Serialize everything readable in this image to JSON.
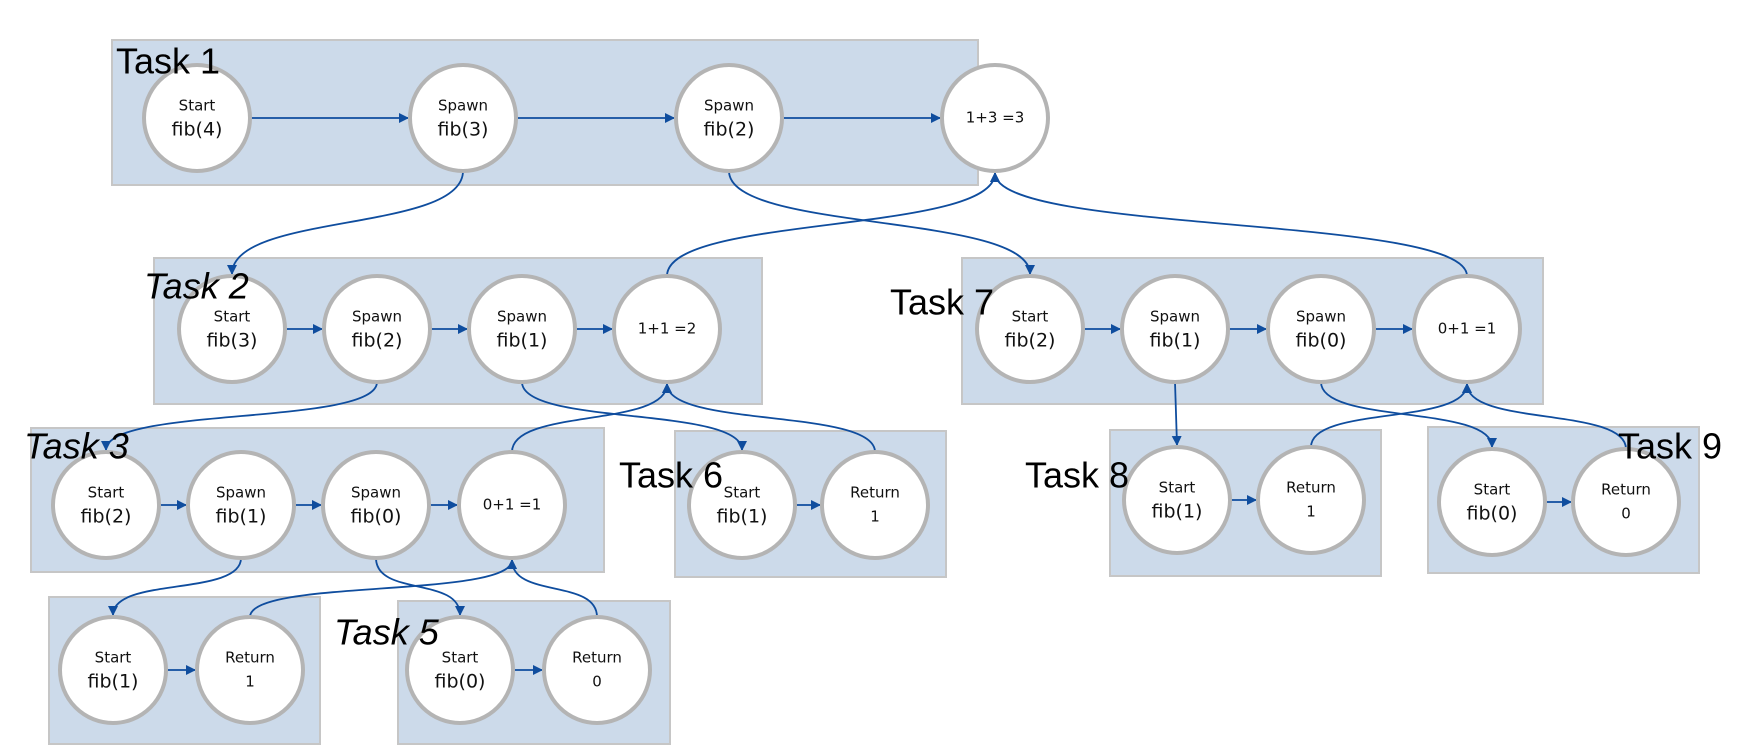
{
  "tasks": [
    {
      "id": "task1",
      "label": "Task 1",
      "italic": false
    },
    {
      "id": "task2",
      "label": "Task 2",
      "italic": true
    },
    {
      "id": "task3",
      "label": "Task 3",
      "italic": true
    },
    {
      "id": "task4",
      "label": "",
      "italic": false
    },
    {
      "id": "task5",
      "label": "Task 5",
      "italic": true
    },
    {
      "id": "task6",
      "label": "Task 6",
      "italic": false
    },
    {
      "id": "task7",
      "label": "Task 7",
      "italic": false
    },
    {
      "id": "task8",
      "label": "Task 8",
      "italic": false
    },
    {
      "id": "task9",
      "label": "Task 9",
      "italic": false
    }
  ],
  "nodes": [
    {
      "id": "t1n1",
      "task": "task1",
      "line1": "Start",
      "line2": "fib(4)"
    },
    {
      "id": "t1n2",
      "task": "task1",
      "line1": "Spawn",
      "line2": "fib(3)"
    },
    {
      "id": "t1n3",
      "task": "task1",
      "line1": "Spawn",
      "line2": "fib(2)"
    },
    {
      "id": "t1n4",
      "task": "task1",
      "line1": "1+3 =3",
      "line2": ""
    },
    {
      "id": "t2n1",
      "task": "task2",
      "line1": "Start",
      "line2": "fib(3)"
    },
    {
      "id": "t2n2",
      "task": "task2",
      "line1": "Spawn",
      "line2": "fib(2)"
    },
    {
      "id": "t2n3",
      "task": "task2",
      "line1": "Spawn",
      "line2": "fib(1)"
    },
    {
      "id": "t2n4",
      "task": "task2",
      "line1": "1+1 =2",
      "line2": ""
    },
    {
      "id": "t3n1",
      "task": "task3",
      "line1": "Start",
      "line2": "fib(2)"
    },
    {
      "id": "t3n2",
      "task": "task3",
      "line1": "Spawn",
      "line2": "fib(1)"
    },
    {
      "id": "t3n3",
      "task": "task3",
      "line1": "Spawn",
      "line2": "fib(0)"
    },
    {
      "id": "t3n4",
      "task": "task3",
      "line1": "0+1 =1",
      "line2": ""
    },
    {
      "id": "t4n1",
      "task": "task4",
      "line1": "Start",
      "line2": "fib(1)"
    },
    {
      "id": "t4n2",
      "task": "task4",
      "line1": "Return",
      "line2": "1"
    },
    {
      "id": "t5n1",
      "task": "task5",
      "line1": "Start",
      "line2": "fib(0)"
    },
    {
      "id": "t5n2",
      "task": "task5",
      "line1": "Return",
      "line2": "0"
    },
    {
      "id": "t6n1",
      "task": "task6",
      "line1": "Start",
      "line2": "fib(1)"
    },
    {
      "id": "t6n2",
      "task": "task6",
      "line1": "Return",
      "line2": "1"
    },
    {
      "id": "t7n1",
      "task": "task7",
      "line1": "Start",
      "line2": "fib(2)"
    },
    {
      "id": "t7n2",
      "task": "task7",
      "line1": "Spawn",
      "line2": "fib(1)"
    },
    {
      "id": "t7n3",
      "task": "task7",
      "line1": "Spawn",
      "line2": "fib(0)"
    },
    {
      "id": "t7n4",
      "task": "task7",
      "line1": "0+1 =1",
      "line2": ""
    },
    {
      "id": "t8n1",
      "task": "task8",
      "line1": "Start",
      "line2": "fib(1)"
    },
    {
      "id": "t8n2",
      "task": "task8",
      "line1": "Return",
      "line2": "1"
    },
    {
      "id": "t9n1",
      "task": "task9",
      "line1": "Start",
      "line2": "fib(0)"
    },
    {
      "id": "t9n2",
      "task": "task9",
      "line1": "Return",
      "line2": "0"
    }
  ],
  "edges": [
    {
      "from": "t1n1",
      "to": "t1n2"
    },
    {
      "from": "t1n2",
      "to": "t1n3"
    },
    {
      "from": "t1n3",
      "to": "t1n4"
    },
    {
      "from": "t1n2",
      "to": "t2n1"
    },
    {
      "from": "t1n3",
      "to": "t7n1"
    },
    {
      "from": "t2n4",
      "to": "t1n4"
    },
    {
      "from": "t7n4",
      "to": "t1n4"
    },
    {
      "from": "t2n1",
      "to": "t2n2"
    },
    {
      "from": "t2n2",
      "to": "t2n3"
    },
    {
      "from": "t2n3",
      "to": "t2n4"
    },
    {
      "from": "t2n2",
      "to": "t3n1"
    },
    {
      "from": "t2n3",
      "to": "t6n1"
    },
    {
      "from": "t3n4",
      "to": "t2n4"
    },
    {
      "from": "t6n2",
      "to": "t2n4"
    },
    {
      "from": "t3n1",
      "to": "t3n2"
    },
    {
      "from": "t3n2",
      "to": "t3n3"
    },
    {
      "from": "t3n3",
      "to": "t3n4"
    },
    {
      "from": "t3n2",
      "to": "t4n1"
    },
    {
      "from": "t3n3",
      "to": "t5n1"
    },
    {
      "from": "t4n2",
      "to": "t3n4"
    },
    {
      "from": "t5n2",
      "to": "t3n4"
    },
    {
      "from": "t4n1",
      "to": "t4n2"
    },
    {
      "from": "t5n1",
      "to": "t5n2"
    },
    {
      "from": "t6n1",
      "to": "t6n2"
    },
    {
      "from": "t7n1",
      "to": "t7n2"
    },
    {
      "from": "t7n2",
      "to": "t7n3"
    },
    {
      "from": "t7n3",
      "to": "t7n4"
    },
    {
      "from": "t7n2",
      "to": "t8n1"
    },
    {
      "from": "t7n3",
      "to": "t9n1"
    },
    {
      "from": "t8n2",
      "to": "t7n4"
    },
    {
      "from": "t9n2",
      "to": "t7n4"
    },
    {
      "from": "t8n1",
      "to": "t8n2"
    },
    {
      "from": "t9n1",
      "to": "t9n2"
    }
  ],
  "colors": {
    "box_fill": "#ccdaea",
    "box_stroke": "#c6c6c6",
    "circle_stroke": "#b4b4b4",
    "edge": "#0f4d9e"
  }
}
